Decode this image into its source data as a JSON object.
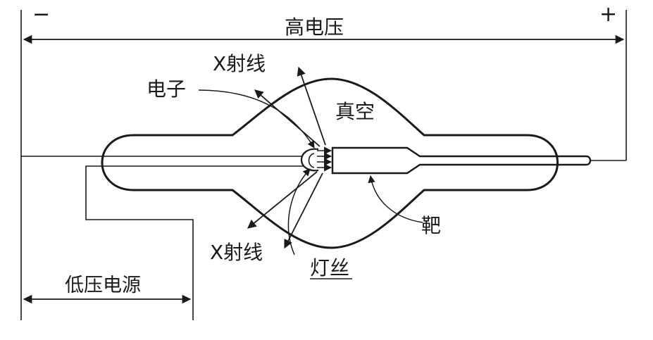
{
  "labels": {
    "polarity_negative": "−",
    "polarity_positive": "+",
    "high_voltage": "高电压",
    "low_voltage_source": "低压电源",
    "xray_top": "X射线",
    "xray_bottom": "X射线",
    "electron": "电子",
    "vacuum": "真空",
    "target": "靶",
    "filament": "灯丝"
  },
  "colors": {
    "ink": "#1a1a1a",
    "background": "#ffffff"
  }
}
